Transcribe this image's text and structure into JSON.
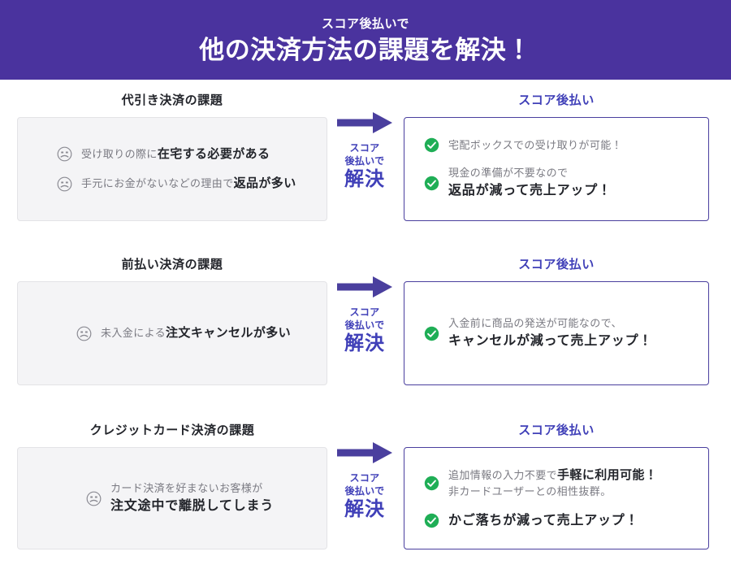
{
  "header": {
    "kicker": "スコア後払いで",
    "title": "他の決済方法の課題を解決！",
    "background_color": "#4a339e",
    "text_color": "#ffffff"
  },
  "colors": {
    "brand_purple": "#4a339e",
    "accent_purple": "#4040b8",
    "arrow_purple": "#4a3f9e",
    "problem_bg": "#f4f4f6",
    "problem_border": "#e3e3e6",
    "solution_border": "#4a3f9e",
    "check_green": "#1fae56",
    "sad_gray": "#8b8b93",
    "muted_text": "#7a7a82",
    "body_text": "#23252b"
  },
  "connector": {
    "icon": "arrow-right-icon",
    "label_line1": "スコア",
    "label_line2": "後払いで",
    "solve": "解決"
  },
  "rows": [
    {
      "id": "daibiki",
      "problem_heading": "代引き決済の課題",
      "solution_heading": "スコア後払い",
      "problems": [
        {
          "icon": "frowning-face-icon",
          "lines": [
            {
              "style": "mixed",
              "plain_prefix": "受け取りの際に",
              "bold": "在宅する必要がある",
              "plain_suffix": ""
            }
          ]
        },
        {
          "icon": "frowning-face-icon",
          "lines": [
            {
              "style": "mixed",
              "plain_prefix": "手元にお金がないなどの理由で",
              "bold": "返品が多い",
              "plain_suffix": ""
            }
          ]
        }
      ],
      "solutions": [
        {
          "icon": "check-circle-icon",
          "lines": [
            {
              "style": "sub",
              "text": "宅配ボックスでの受け取りが可能！"
            }
          ]
        },
        {
          "icon": "check-circle-icon",
          "lines": [
            {
              "style": "sub",
              "text": "現金の準備が不要なので"
            },
            {
              "style": "strong",
              "text": "返品が減って売上アップ！"
            }
          ]
        }
      ]
    },
    {
      "id": "maebarai",
      "problem_heading": "前払い決済の課題",
      "solution_heading": "スコア後払い",
      "problems": [
        {
          "icon": "frowning-face-icon",
          "lines": [
            {
              "style": "mixed",
              "plain_prefix": "未入金による",
              "bold": "注文キャンセルが多い",
              "plain_suffix": ""
            }
          ]
        }
      ],
      "solutions": [
        {
          "icon": "check-circle-icon",
          "lines": [
            {
              "style": "sub",
              "text": "入金前に商品の発送が可能なので、"
            },
            {
              "style": "strong",
              "text": "キャンセルが減って売上アップ！"
            }
          ]
        }
      ]
    },
    {
      "id": "credit-card",
      "problem_heading": "クレジットカード決済の課題",
      "solution_heading": "スコア後払い",
      "problems": [
        {
          "icon": "frowning-face-icon",
          "lines": [
            {
              "style": "sub",
              "text": "カード決済を好まないお客様が"
            },
            {
              "style": "bold-main",
              "text": "注文途中で離脱してしまう"
            }
          ]
        }
      ],
      "solutions": [
        {
          "icon": "check-circle-icon",
          "lines": [
            {
              "style": "mixed",
              "plain_prefix": "追加情報の入力不要で",
              "bold": "手軽に利用可能！",
              "plain_suffix": ""
            },
            {
              "style": "sub",
              "text": "非カードユーザーとの相性抜群。"
            }
          ]
        },
        {
          "icon": "check-circle-icon",
          "lines": [
            {
              "style": "strong",
              "text": "かご落ちが減って売上アップ！"
            }
          ]
        }
      ]
    }
  ]
}
